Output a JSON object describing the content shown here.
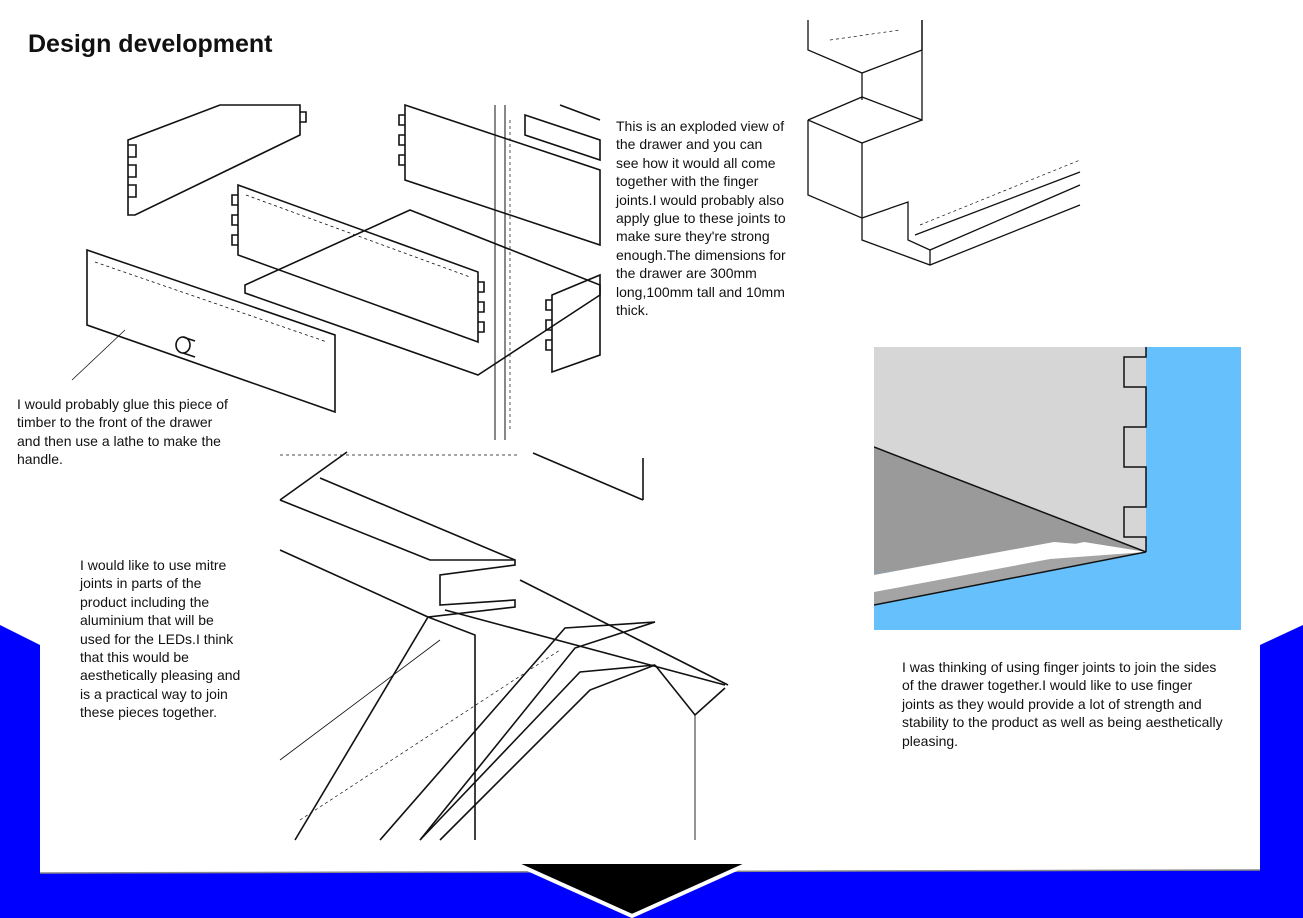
{
  "title": "Design development",
  "notes": {
    "exploded_view": "This is an exploded view of the drawer and you can see how it would all come together with the finger joints.I would probably also apply glue to these joints to make sure they're strong enough.The dimensions for the drawer are 300mm long,100mm tall and 10mm thick.",
    "handle": "I would probably glue this piece of timber to the front of the drawer and then use a lathe to make the handle.",
    "mitre": "I would like to use mitre joints in parts of the product including the aluminium that will be used for the LEDs.I think that this would be aesthetically pleasing and is a practical way to join these pieces together.",
    "finger": "I was thinking of using finger joints to join the sides of the drawer together.I would like to use finger joints as they would provide a lot of strength and stability to the product as well as being aesthetically pleasing."
  },
  "colors": {
    "frame": "#0000ff",
    "render_bg": "#66c0fb",
    "render_panel": "#d6d6d6",
    "render_floor": "#9a9a9a"
  }
}
